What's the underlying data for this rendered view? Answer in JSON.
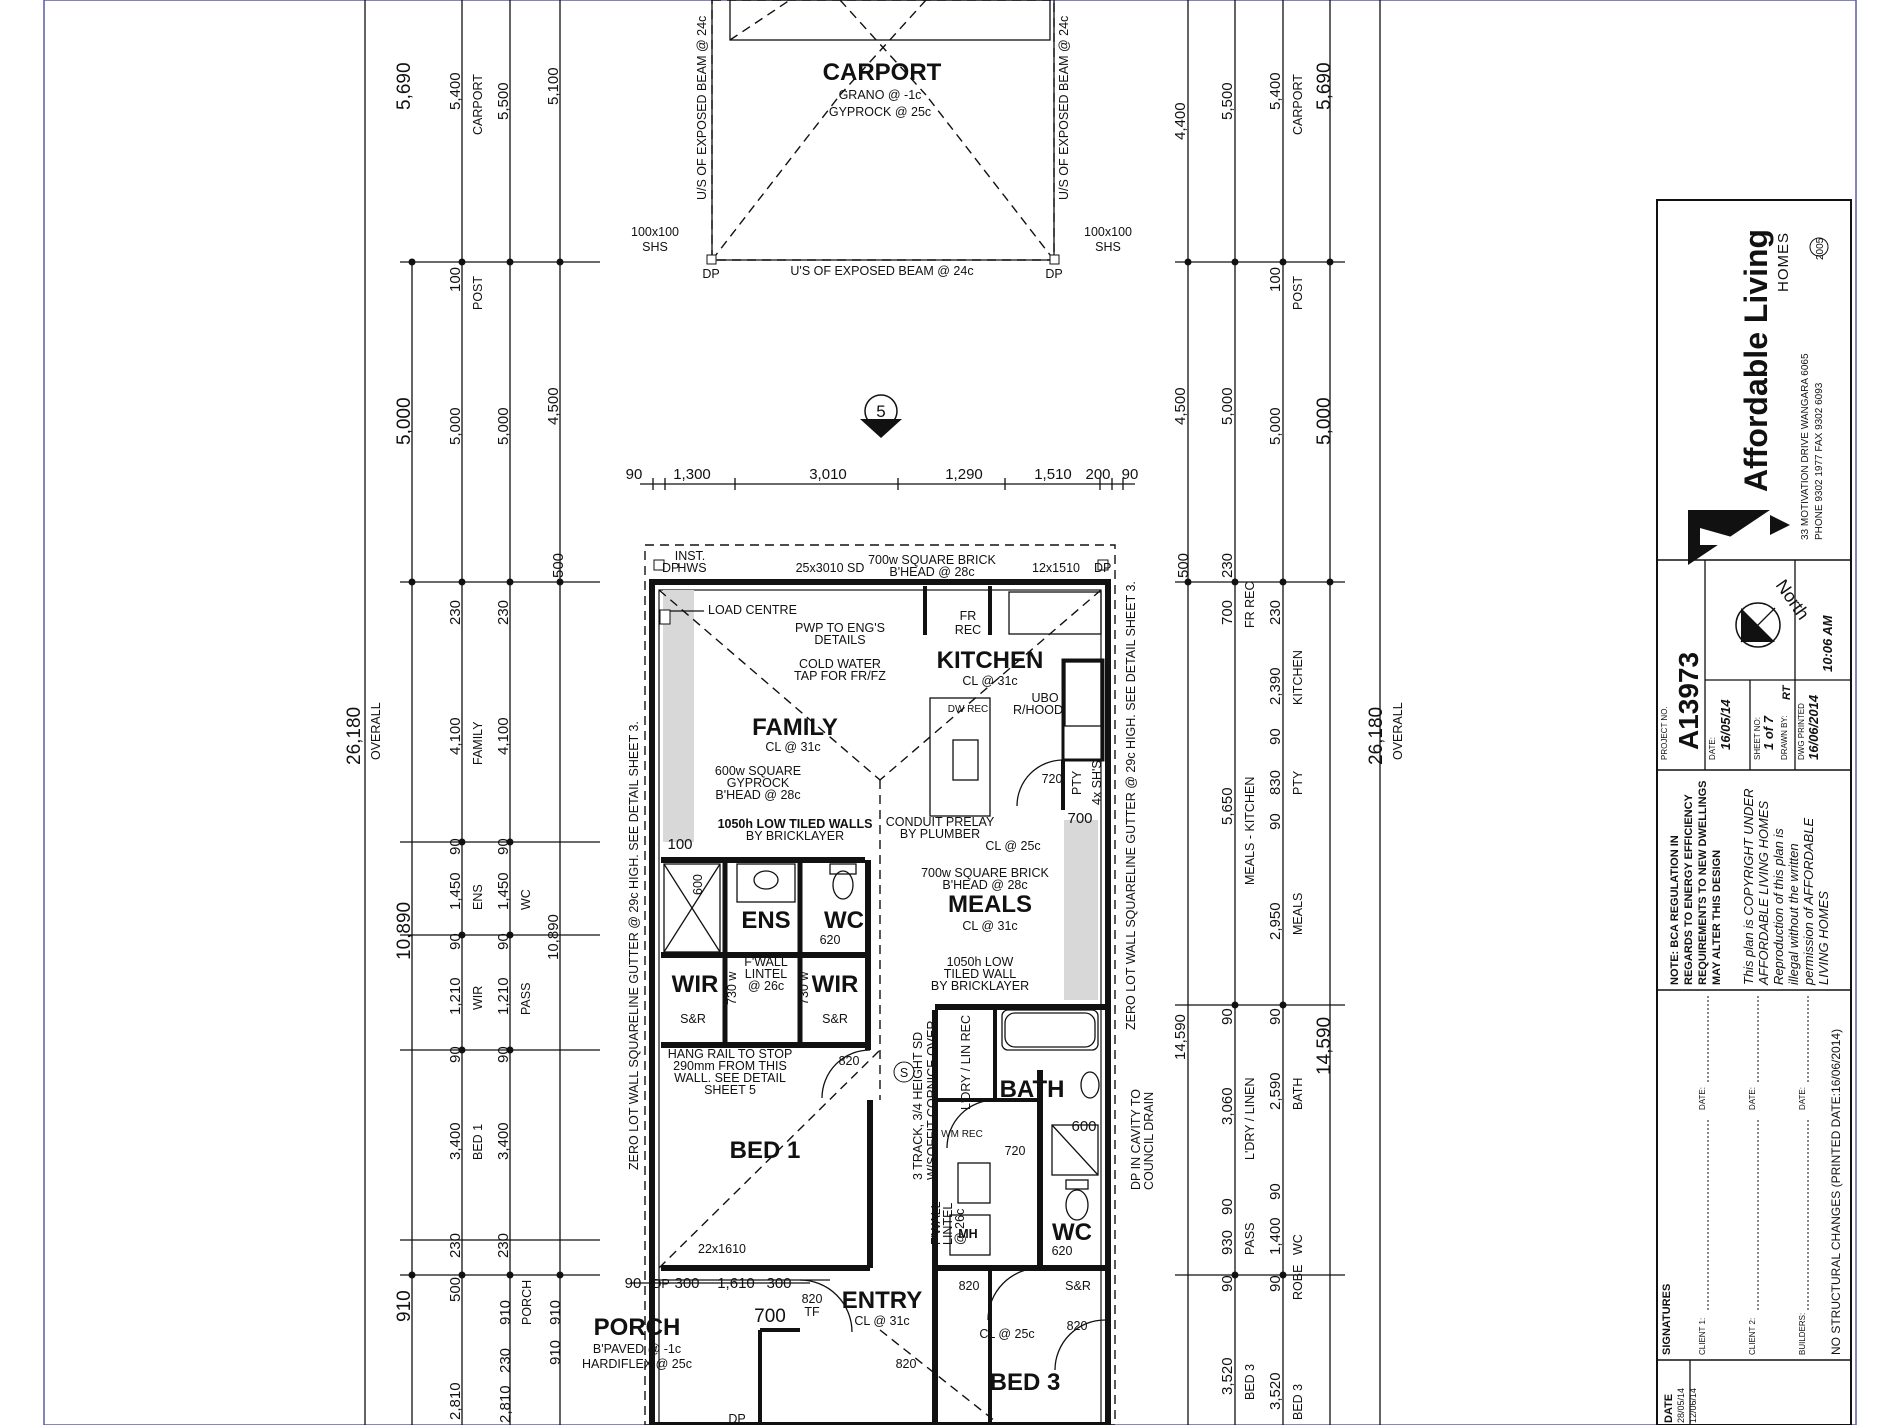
{
  "rooms": {
    "carport": "CARPORT",
    "family": "FAMILY",
    "kitchen": "KITCHEN",
    "meals": "MEALS",
    "ens": "ENS",
    "wc": "WC",
    "wir1": "WIR",
    "wir2": "WIR",
    "bath": "BATH",
    "bed1": "BED 1",
    "bed3": "BED 3",
    "entry": "ENTRY",
    "porch": "PORCH",
    "wc2": "WC"
  },
  "notes": {
    "carport_grano": "GRANO @ -1c",
    "carport_gyprock": "GYPROCK @ 25c",
    "exposed_beam_left": "U/S OF EXPOSED BEAM @ 24c",
    "exposed_beam_right": "U/S OF EXPOSED BEAM @ 24c",
    "exposed_beam_bottom": "U'S OF EXPOSED BEAM @ 24c",
    "shs_l1": "100x100",
    "shs_l2": "SHS",
    "shs_r1": "100x100",
    "shs_r2": "SHS",
    "dp": "DP",
    "inst_hws1": "INST.",
    "inst_hws2": "HWS",
    "sd_top": "25x3010 SD",
    "brick_head1": "700w SQUARE BRICK",
    "brick_head2": "B'HEAD @ 28c",
    "sd_12": "12x1510",
    "load_centre": "LOAD CENTRE",
    "pwp1": "PWP TO ENG'S",
    "pwp2": "DETAILS",
    "fr_rec1": "FR",
    "fr_rec2": "REC",
    "cold1": "COLD WATER",
    "cold2": "TAP FOR FR/FZ",
    "kitchen_cl": "CL @ 31c",
    "dw_rec": "DW REC",
    "ubo1": "UBO",
    "ubo2": "R/HOOD",
    "family_cl": "CL @ 31c",
    "gyp1": "600w SQUARE",
    "gyp2": "GYPROCK",
    "gyp3": "B'HEAD @ 28c",
    "pty": "PTY",
    "shs4": "4x SH'S",
    "d720a": "720",
    "d700a": "700",
    "tiled1": "1050h LOW TILED WALLS",
    "tiled2": "BY BRICKLAYER",
    "conduit1": "CONDUIT PRELAY",
    "conduit2": "BY PLUMBER",
    "cl25a": "CL @ 25c",
    "d100": "100",
    "d600a": "600",
    "meals_b1": "700w SQUARE BRICK",
    "meals_b2": "B'HEAD @ 28c",
    "meals_cl": "CL @ 31c",
    "d620a": "620",
    "fwall1": "F'WALL",
    "fwall2": "LINTEL",
    "fwall3": "@ 26c",
    "w730a": "730 w",
    "w730b": "730 w",
    "tiled3": "1050h LOW",
    "tiled4": "TILED WALL",
    "tiled5": "BY BRICKLAYER",
    "sr1": "S&R",
    "sr2": "S&R",
    "sr3": "S&R",
    "hang1": "HANG RAIL TO STOP",
    "hang2": "290mm FROM THIS",
    "hang3": "WALL. SEE DETAIL",
    "hang4": "SHEET 5",
    "d820a": "820",
    "s_mark": "S",
    "track1": "3 TRACK, 3/4 HEIGHT SD",
    "track2": "W/SOFFIT CORNICE OVER",
    "ldry_lin": "L'DRY / LIN REC",
    "wm_rec": "WM REC",
    "d720b": "720",
    "d600b": "600",
    "fwall4": "F'WALL",
    "fwall5": "LINTEL",
    "fwall6": "@ 26c",
    "mh": "MH",
    "d620b": "620",
    "sd_22": "22x1610",
    "gutter_left": "ZERO LOT WALL SQUARELINE GUTTER @ 29c HIGH. SEE DETAIL SHEET 3.",
    "gutter_right": "ZERO LOT WALL SQUARELINE GUTTER @ 29c HIGH. SEE DETAIL SHEET 3.",
    "dp_cavity1": "DP IN CAVITY TO",
    "dp_cavity2": "COUNCIL DRAIN",
    "d90p": "90",
    "d300a": "300",
    "d1610": "1,610",
    "d300b": "300",
    "d820tf1": "820",
    "d820tf2": "TF",
    "d700b": "700",
    "entry_cl": "CL @ 31c",
    "porch1": "B'PAVED @ -1c",
    "porch2": "HARDIFLEX @ 25c",
    "d820b": "820",
    "cl25b": "CL @ 25c",
    "d820c": "820",
    "d820d": "820",
    "dp_bottom": "DP",
    "section_mark": "5"
  },
  "top_dims": [
    "90",
    "1,300",
    "3,010",
    "1,290",
    "1,510",
    "200",
    "90"
  ],
  "left_dims": {
    "c1": [
      "5,690",
      "5,000",
      "26,180",
      "OVERALL",
      "10,890",
      "910",
      "2,810"
    ],
    "c2": [
      "5,400",
      "CARPORT",
      "100",
      "POST",
      "5,000",
      "230",
      "4,100",
      "FAMILY",
      "90",
      "1,450",
      "ENS",
      "90",
      "1,210",
      "WIR",
      "90",
      "3,400",
      "BED 1",
      "230",
      "500",
      "910",
      "PORCH",
      "230",
      "2,810"
    ],
    "c3": [
      "5,500",
      "5,000",
      "230",
      "4,100",
      "90",
      "1,450",
      "WC",
      "90",
      "1,210",
      "PASS",
      "90",
      "3,400",
      "230",
      "910"
    ],
    "c4": [
      "5,100",
      "4,500",
      "500",
      "10,890",
      "910"
    ]
  },
  "right_dims": {
    "c1": [
      "4,400",
      "4,500",
      "500",
      "14,590"
    ],
    "c2": [
      "5,500",
      "5,000",
      "230",
      "700",
      "FR REC",
      "5,650",
      "MEALS - KITCHEN",
      "90",
      "3,060",
      "L'DRY / LINEN",
      "90",
      "930",
      "PASS",
      "90",
      "3,520",
      "BED 3"
    ],
    "c3": [
      "5,400",
      "CARPORT",
      "100",
      "POST",
      "5,000",
      "230",
      "2,390",
      "KITCHEN",
      "90",
      "830",
      "PTY",
      "90",
      "2,950",
      "MEALS",
      "90",
      "2,590",
      "BATH",
      "90",
      "1,400",
      "WC",
      "90",
      "ROBE",
      "3,520",
      "BED 3"
    ],
    "c4": [
      "5,690",
      "5,000",
      "26,180",
      "OVERALL",
      "14,590"
    ]
  },
  "title_block": {
    "brand": "Affordable Living",
    "homes": "HOMES",
    "copyright_year": "2005",
    "address1": "33 MOTIVATION DRIVE   WANGARA 6065",
    "address2": "PHONE   9302 1977       FAX   9302 6093",
    "north": "North",
    "project_no_label": "PROJECT NO.",
    "project_no": "A13973",
    "date_label": "DATE:",
    "date": "16/05/14",
    "sheet_label": "SHEET NO:",
    "sheet": "1 of 7",
    "drawn_label": "DRAWN BY:",
    "drawn": "RT",
    "printed_label": "DWG PRINTED",
    "printed_date": "16/06/2014",
    "printed_time": "10:06 AM",
    "note1": "NOTE: BCA REGULATION IN",
    "note2": "REGARDS TO ENERGY EFFICIENCY",
    "note3": "REQUIREMENTS TO NEW DWELLINGS",
    "note4": "MAY ALTER THIS DESIGN",
    "copy1": "This plan is COPYRIGHT UNDER",
    "copy2": "AFFORDABLE LIVING HOMES",
    "copy3": "Reproduction of this plan is",
    "copy4": "illegal without the written",
    "copy5": "permission of AFFORDABLE",
    "copy6": "LIVING HOMES",
    "sig_label": "SIGNATURES",
    "client1": "CLIENT 1:",
    "client2": "CLIENT 2:",
    "builders": "BUILDERS:",
    "sig_date": "DATE:",
    "no_struct": "NO STRUCTURAL CHANGES (PRINTED DATE:16/06/2014)",
    "date_col": "DATE",
    "date1": "28/05/14",
    "date2": "12/06/14"
  }
}
